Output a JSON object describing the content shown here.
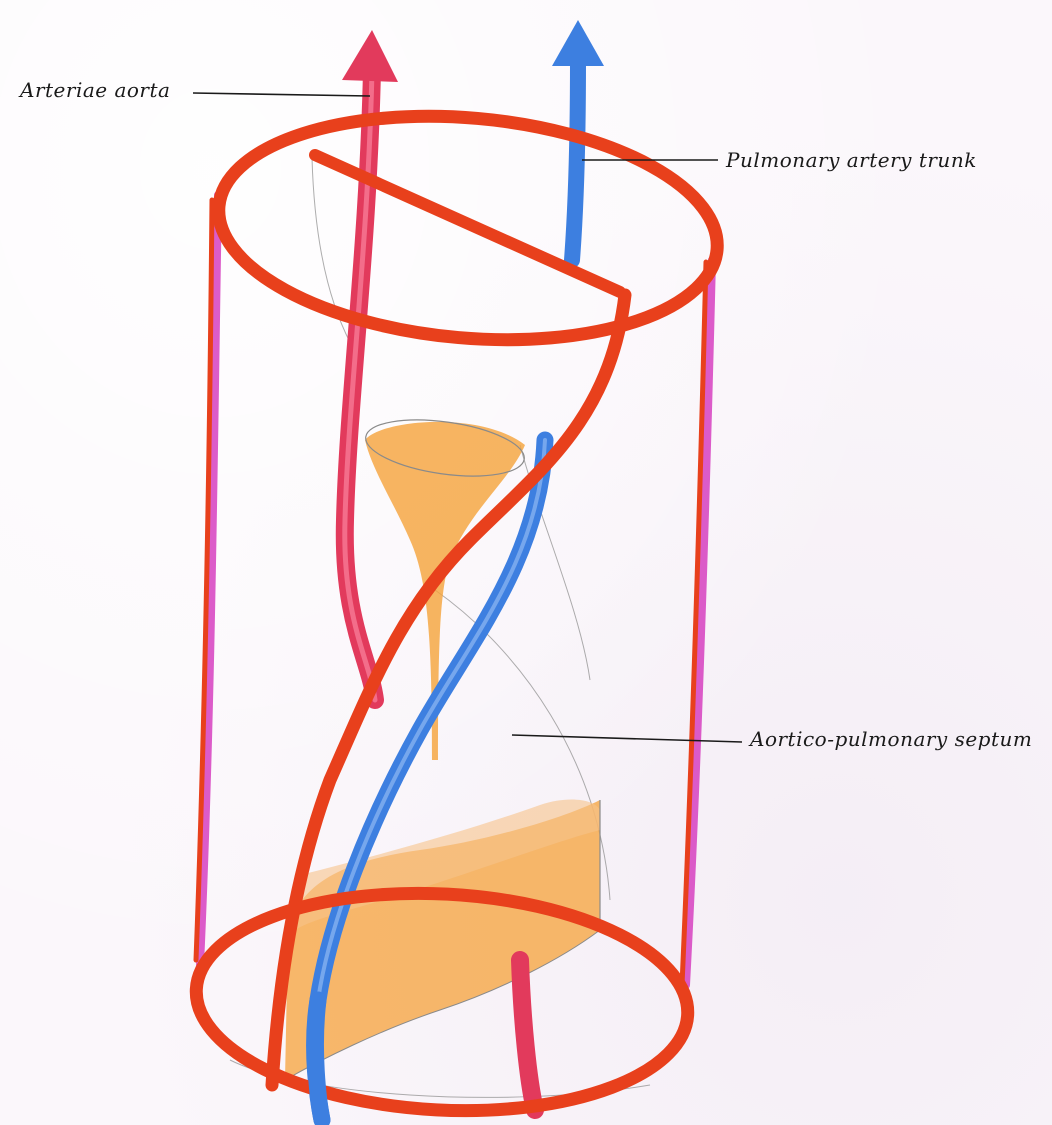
{
  "labels": {
    "aorta": "Arteriae aorta",
    "pulmonary_trunk": "Pulmonary artery trunk",
    "septum": "Aortico-pulmonary septum"
  },
  "colors": {
    "cylinder": "#e8401c",
    "aorta": "#e23a5c",
    "pulmonary": "#3d7fe0",
    "septum_fill": "#f5a23a",
    "cylinder_edge": "#d63fc0",
    "leader_line": "#1a1a1a",
    "pencil": "#8a8a8a"
  }
}
